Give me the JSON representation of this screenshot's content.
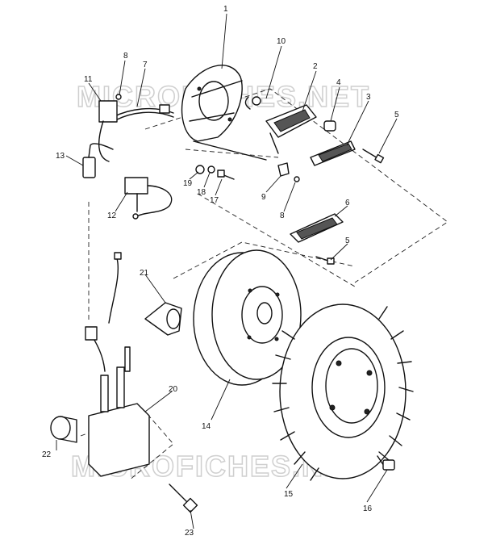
{
  "diagram": {
    "watermarks": [
      "MICROFICHES.NET",
      "MICROFICHES.NET"
    ],
    "callouts": [
      "1",
      "2",
      "3",
      "4",
      "5",
      "5",
      "6",
      "7",
      "8",
      "8",
      "9",
      "10",
      "11",
      "12",
      "13",
      "14",
      "15",
      "16",
      "17",
      "18",
      "19",
      "20",
      "21",
      "22",
      "23"
    ]
  }
}
